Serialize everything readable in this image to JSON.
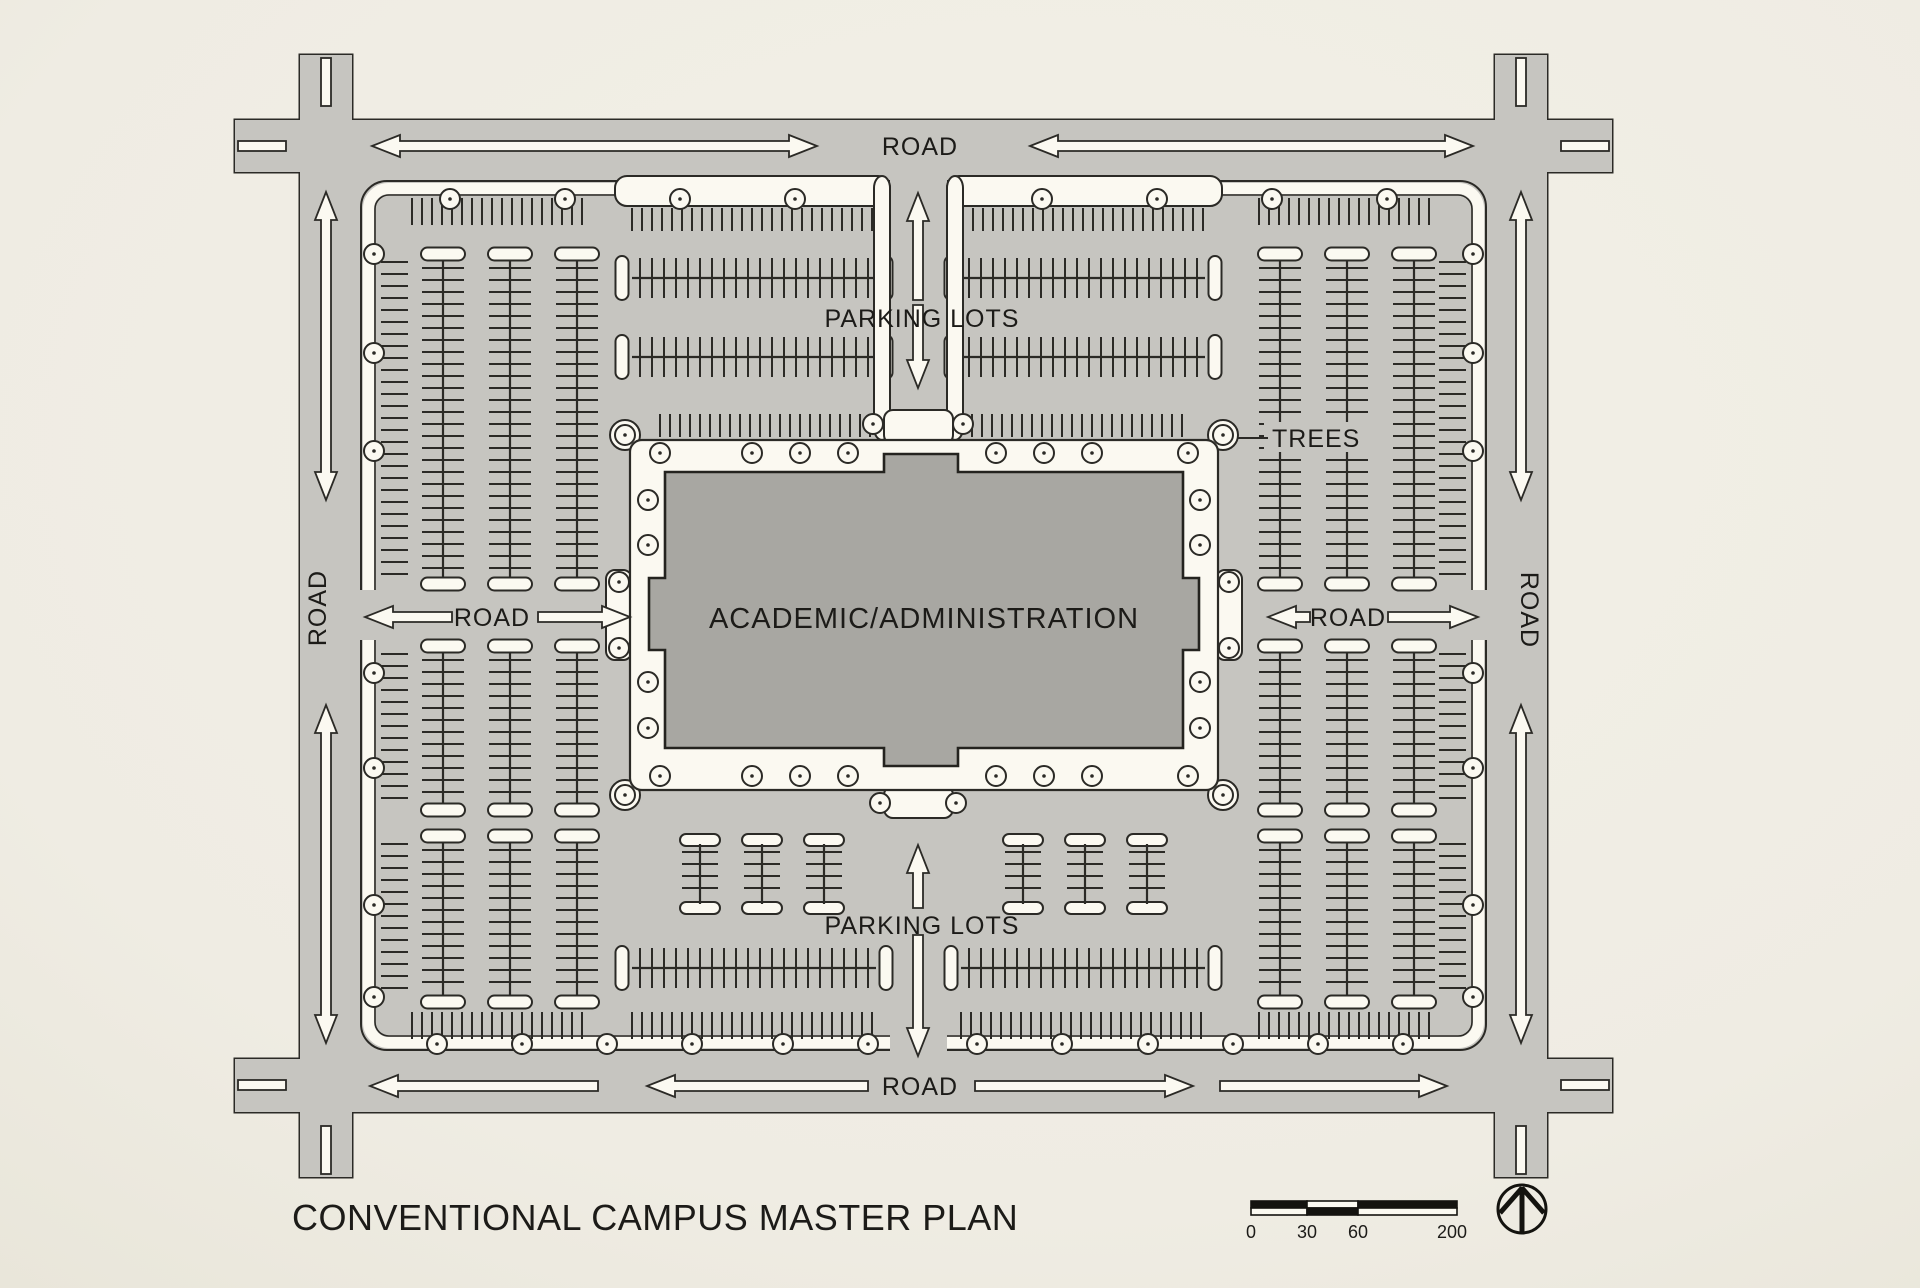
{
  "title": "CONVENTIONAL CAMPUS MASTER PLAN",
  "labels": {
    "road_top": "ROAD",
    "road_bottom": "ROAD",
    "road_left": "ROAD",
    "road_right": "ROAD",
    "road_inner_left": "ROAD",
    "road_inner_right": "ROAD",
    "parking_top": "PARKING LOTS",
    "parking_bottom": "PARKING LOTS",
    "trees": "TREES",
    "building": "ACADEMIC/ADMINISTRATION"
  },
  "scale_bar": {
    "ticks": [
      "0",
      "30",
      "60",
      "200"
    ]
  },
  "colors": {
    "background": "#f0ede4",
    "pavement": "#c6c5c0",
    "building_fill": "#a8a7a2",
    "path_white": "#fbf9f1",
    "line": "#2b2a26",
    "text": "#1c1b18"
  }
}
